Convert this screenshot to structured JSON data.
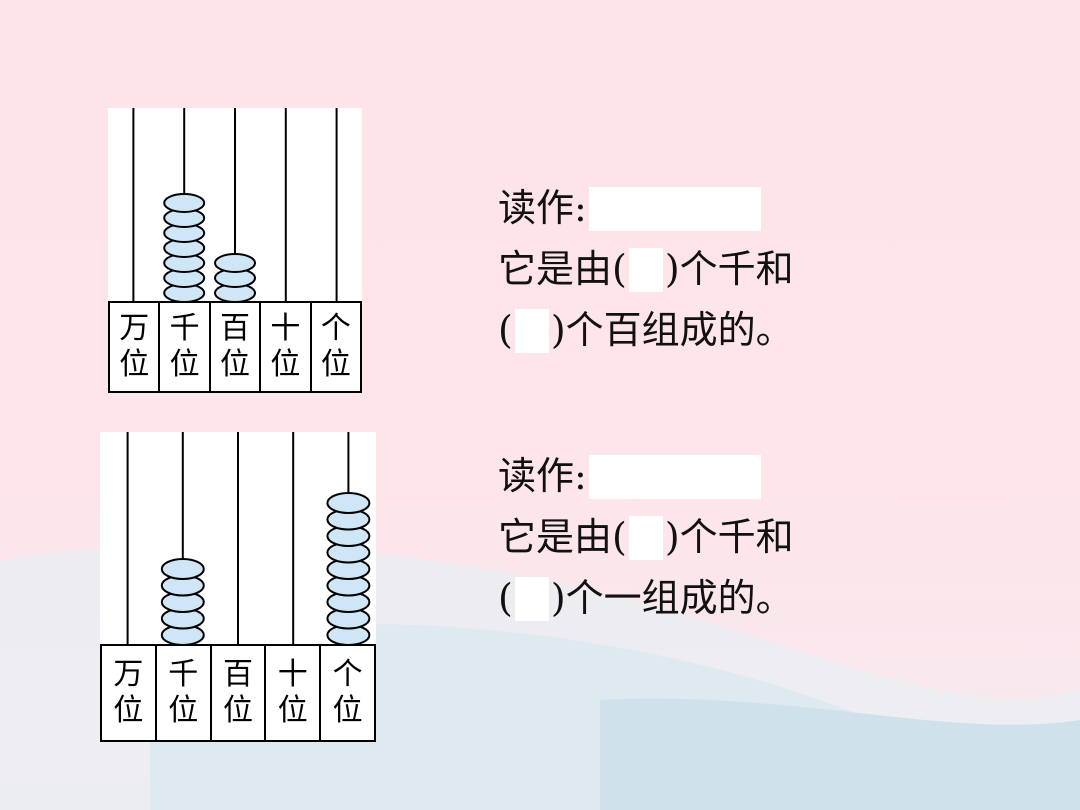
{
  "abacus1": {
    "rods": [
      {
        "label_top": "万",
        "label_bottom": "位",
        "beads": 0
      },
      {
        "label_top": "千",
        "label_bottom": "位",
        "beads": 7
      },
      {
        "label_top": "百",
        "label_bottom": "位",
        "beads": 3
      },
      {
        "label_top": "十",
        "label_bottom": "位",
        "beads": 0
      },
      {
        "label_top": "个",
        "label_bottom": "位",
        "beads": 0
      }
    ]
  },
  "abacus2": {
    "rods": [
      {
        "label_top": "万",
        "label_bottom": "位",
        "beads": 0
      },
      {
        "label_top": "千",
        "label_bottom": "位",
        "beads": 5
      },
      {
        "label_top": "百",
        "label_bottom": "位",
        "beads": 0
      },
      {
        "label_top": "十",
        "label_bottom": "位",
        "beads": 0
      },
      {
        "label_top": "个",
        "label_bottom": "位",
        "beads": 9
      }
    ]
  },
  "question1": {
    "read_label": "读作:",
    "line2_a": "它是由(",
    "line2_b": ")个千和",
    "line3_a": "(",
    "line3_b": ")个百组成的。"
  },
  "question2": {
    "read_label": "读作:",
    "line2_a": "它是由(",
    "line2_b": ")个千和",
    "line3_a": "(",
    "line3_b": ")个一组成的。"
  },
  "colors": {
    "background": "#fde4e8",
    "bead_fill": "#cfe6f7",
    "wave": "#dce8ef"
  }
}
